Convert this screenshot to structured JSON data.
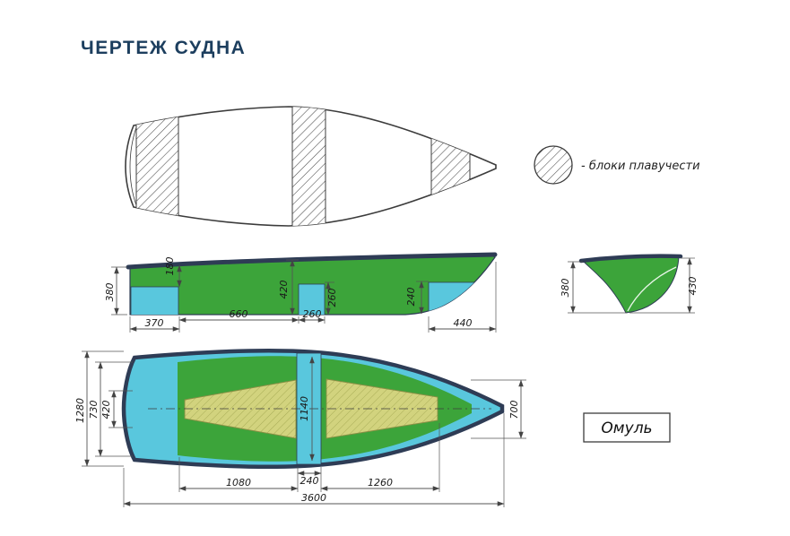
{
  "title": "ЧЕРТЕЖ СУДНА",
  "legend": {
    "label": "- блоки плавучести"
  },
  "model_box": {
    "name": "Омуль"
  },
  "views": {
    "side": {
      "dims": {
        "d380": "380",
        "d180": "180",
        "d420": "420",
        "d260v": "260",
        "d240": "240",
        "d370": "370",
        "d660": "660",
        "d260h": "260",
        "d440": "440"
      }
    },
    "section": {
      "dims": {
        "d380": "380",
        "d430": "430"
      }
    },
    "plan": {
      "dims": {
        "d1280": "1280",
        "d730": "730",
        "d420": "420",
        "d1140": "1140",
        "d700": "700",
        "d240": "240",
        "d1080": "1080",
        "d1260": "1260",
        "d3600": "3600"
      }
    }
  },
  "colors": {
    "hull_green": "#3ca43a",
    "buoyancy_cyan": "#59c7dd",
    "outline_navy": "#2e3c55",
    "floor_khaki": "#d2d37e",
    "title_navy": "#1c3e5e"
  }
}
